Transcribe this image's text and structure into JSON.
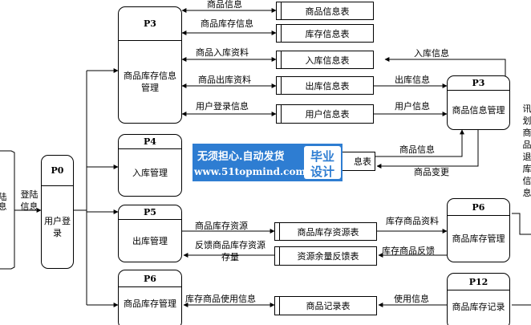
{
  "processes": {
    "p3_left": {
      "id": "P3",
      "name": "商品库存信息管理"
    },
    "p4": {
      "id": "P4",
      "name": "入库管理"
    },
    "p0": {
      "id": "P0",
      "name": "用户登录"
    },
    "p5": {
      "id": "P5",
      "name": "出库管理"
    },
    "p6_bottom": {
      "id": "P6",
      "name": "商品库存管理"
    },
    "p3_right": {
      "id": "P3",
      "name": "商品信息管理"
    },
    "p6_right": {
      "id": "P6",
      "name": "商品库存管理"
    },
    "p12": {
      "id": "P12",
      "name": "商品库存记录"
    }
  },
  "stores": {
    "goods_info": "商品信息表",
    "stock_info": "库存信息表",
    "inbound_info": "入库信息表",
    "outbound_info": "出库信息表",
    "user_info": "用户信息表",
    "goods_info_2": "息表",
    "stock_resource": "商品库存资源表",
    "balance_feedback": "资源余量反馈表",
    "goods_record": "商品记录表"
  },
  "flows": {
    "goods_info": "商品信息",
    "stock_info": "商品库存信息",
    "inbound_data": "商品入库资料",
    "outbound_data": "商品出库资料",
    "login_info": "用户登录信息",
    "inbound_out": "入库信息",
    "outbound_out": "出库信息",
    "user_info_out": "用户信息",
    "goods_info_2": "商品信息",
    "goods_change": "商品变更",
    "stock_resource_in": "商品库存资源",
    "stock_goods_res": "库存商品资料",
    "feedback_stock": "反馈商品库存资源存量",
    "stock_feedback": "库存商品反馈",
    "stock_usage": "库存商品使用信息",
    "usage_info": "使用信息",
    "login_to_p0": "登陆信息"
  },
  "fragments": {
    "left_edge": "陆息",
    "right_edge": "讯划商品退库信息"
  },
  "watermark": {
    "line1": "无须担心.自动发货",
    "line2": "www.51topmind.com",
    "badge1": "毕业",
    "badge2": "设计"
  }
}
